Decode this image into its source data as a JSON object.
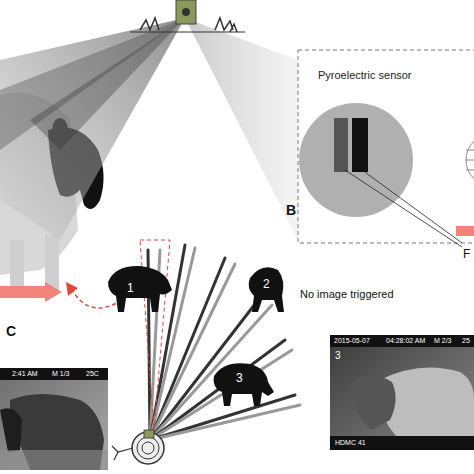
{
  "diagram": {
    "nodes": [
      {
        "text": [
          "Pyroelectric sensor"
        ]
      },
      {
        "text": [
          "2:41 AM",
          "M 1/3",
          "25C"
        ]
      },
      {
        "text": [
          "2015-05-07",
          "04:28:02 AM",
          "M 2/3",
          "25",
          "3",
          "HDMC 41"
        ]
      }
    ],
    "labels": [
      "B",
      "C",
      "F",
      "1",
      "2",
      "3",
      "No image triggered"
    ]
  }
}
